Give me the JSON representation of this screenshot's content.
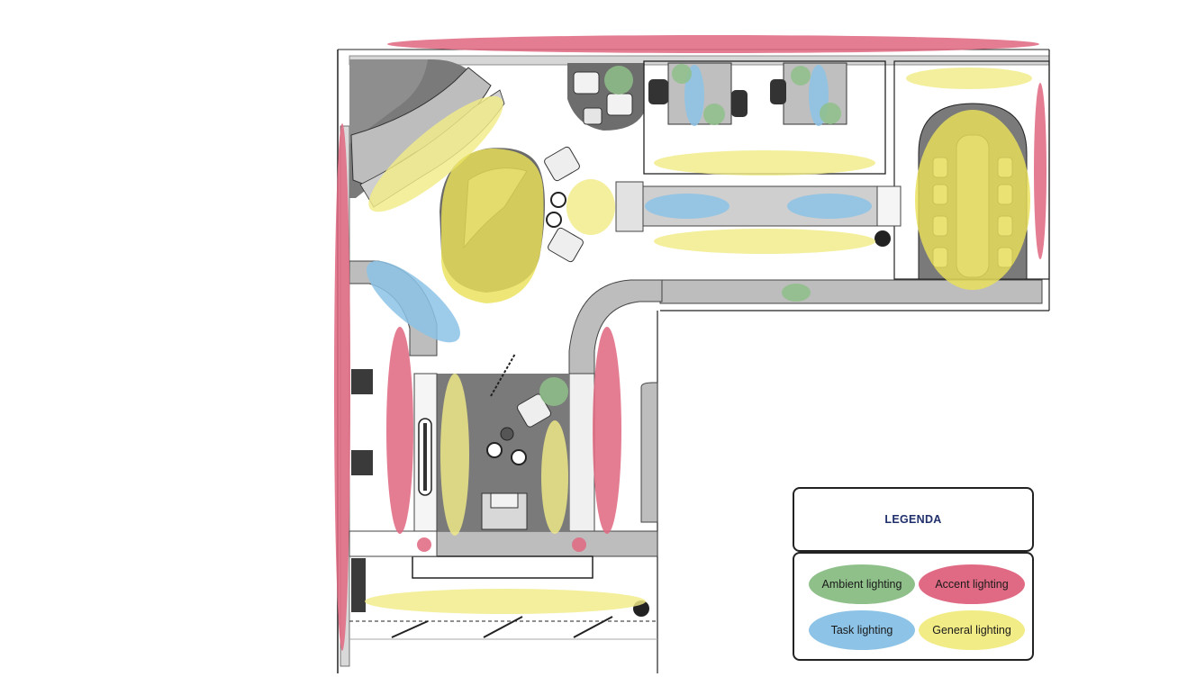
{
  "legend": {
    "title": "LEGENDA",
    "items": [
      {
        "label": "Ambient lighting",
        "color": "#8fc08a"
      },
      {
        "label": "Accent lighting",
        "color": "#e06a83"
      },
      {
        "label": "Task lighting",
        "color": "#8cc3e6"
      },
      {
        "label": "General lighting",
        "color": "#f2ec86"
      }
    ]
  },
  "colors": {
    "ambient": "#8fc08a",
    "accent": "#e06a83",
    "task": "#8cc3e6",
    "general": "#f2ec86",
    "wall": "#b9b9b9",
    "dark_floor": "#7f7f7f",
    "line": "#222222"
  }
}
